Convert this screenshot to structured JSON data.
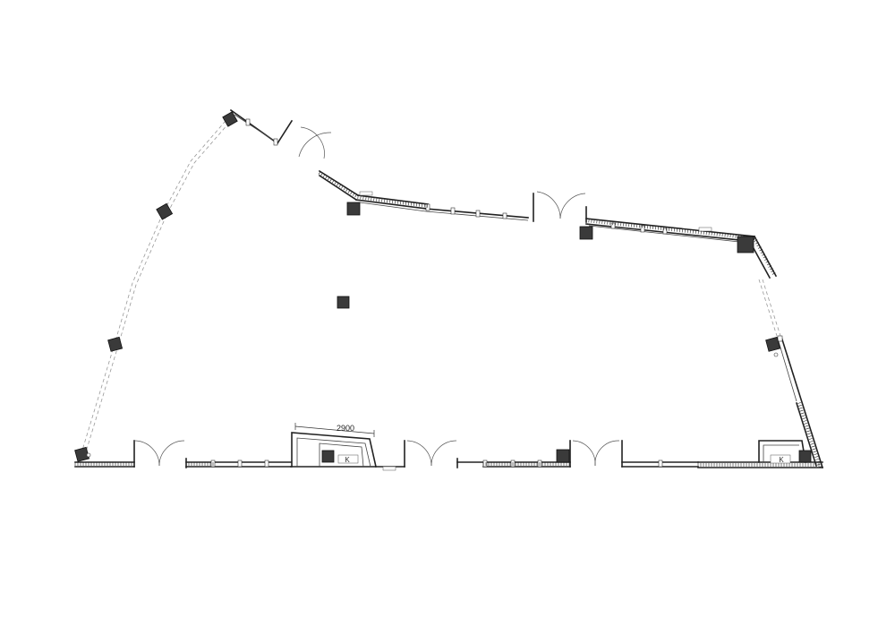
{
  "plan": {
    "dimension_label": "2900",
    "room_markers": [
      "K",
      "K"
    ]
  }
}
